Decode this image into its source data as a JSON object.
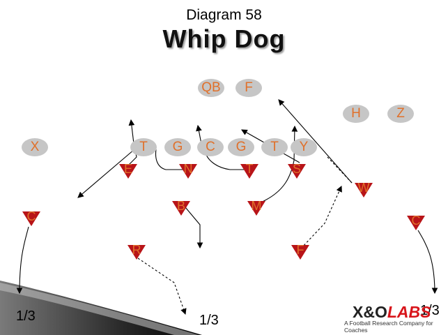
{
  "header": {
    "subtitle": "Diagram 58",
    "title": "Whip Dog"
  },
  "offense": [
    {
      "label": "QB"
    },
    {
      "label": "F"
    },
    {
      "label": "H"
    },
    {
      "label": "Z"
    },
    {
      "label": "X"
    },
    {
      "label": "T"
    },
    {
      "label": "G"
    },
    {
      "label": "C"
    },
    {
      "label": "G"
    },
    {
      "label": "T"
    },
    {
      "label": "Y"
    }
  ],
  "defense": [
    {
      "label": "E"
    },
    {
      "label": "N"
    },
    {
      "label": "T"
    },
    {
      "label": "S"
    },
    {
      "label": "W"
    },
    {
      "label": "B"
    },
    {
      "label": "M"
    },
    {
      "label": "C"
    },
    {
      "label": "C"
    },
    {
      "label": "R"
    },
    {
      "label": "F"
    }
  ],
  "zones": {
    "left": "1/3",
    "middle": "1/3",
    "right": "1/3"
  },
  "logo": {
    "brand_left": "X&O",
    "brand_right": "LABS",
    "tagline": "A Football Research Company for Coaches"
  },
  "colors": {
    "player_fill": "#c6c6c6",
    "label": "#e0702a",
    "defender_fill": "#b81418",
    "logo_red": "#d8151b"
  }
}
